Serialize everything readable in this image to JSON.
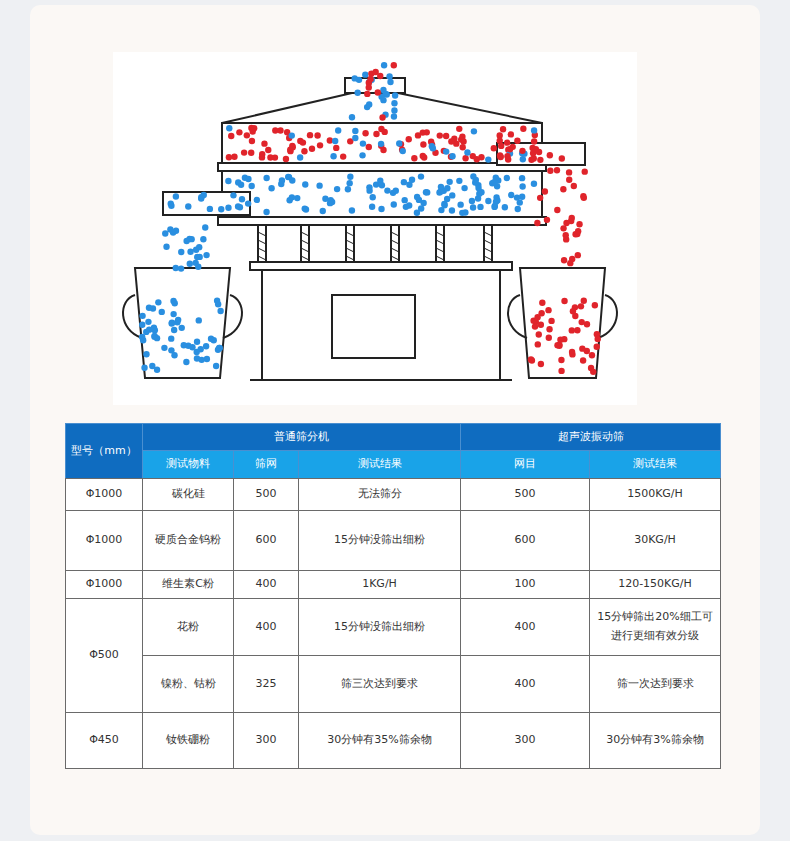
{
  "diagram": {
    "labels": [
      "型号（mm）",
      "普通筛分机",
      "超声波振动筛",
      "测试物料",
      "筛网",
      "测试结果",
      "网目",
      "测试结果",
      "Φ1000",
      "碳化硅",
      "500",
      "无法筛分",
      "500",
      "1500KG/H",
      "Φ1000",
      "硬质合金钨粉",
      "600",
      "15分钟没筛出细粉",
      "600",
      "30KG/H",
      "Φ1000",
      "维生素C粉",
      "400",
      "1KG/H",
      "100",
      "120-150KG/H",
      "Φ500",
      "花粉",
      "400",
      "15分钟没筛出细粉",
      "400",
      "15分钟筛出20%细工可进行更细有效分级",
      "镍粉、钴粉",
      "325",
      "筛三次达到要求",
      "400",
      "筛一次达到要求",
      "Φ450",
      "钕铁硼粉",
      "300",
      "30分钟有35%筛余物",
      "300",
      "30分钟有3%筛余物"
    ]
  }
}
